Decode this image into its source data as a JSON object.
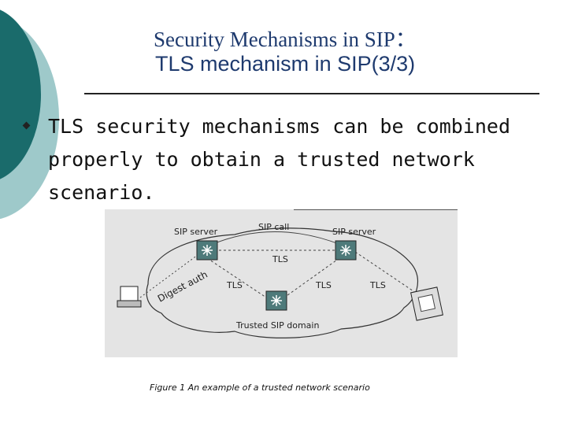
{
  "slide": {
    "title_line1": "Security Mechanisms in SIP：",
    "title_line2": "TLS mechanism in SIP(3/3)",
    "bullet_text": "TLS security mechanisms can be combined properly to obtain a trusted network scenario."
  },
  "diagram": {
    "labels": {
      "sip_server_left": "SIP server",
      "sip_call": "SIP call",
      "sip_server_right": "SIP server",
      "tls_top": "TLS",
      "tls_left": "TLS",
      "tls_mid": "TLS",
      "tls_right": "TLS",
      "digest_auth": "Digest auth",
      "domain": "Trusted SIP domain"
    },
    "icons": [
      "sip-server-icon",
      "sip-server-icon",
      "sip-proxy-icon",
      "laptop-icon",
      "phone-icon"
    ],
    "colors": {
      "background": "#e4e4e4",
      "node": "#4e7a7a",
      "line": "#333333"
    }
  },
  "caption": "Figure 1 An example of a trusted network scenario"
}
